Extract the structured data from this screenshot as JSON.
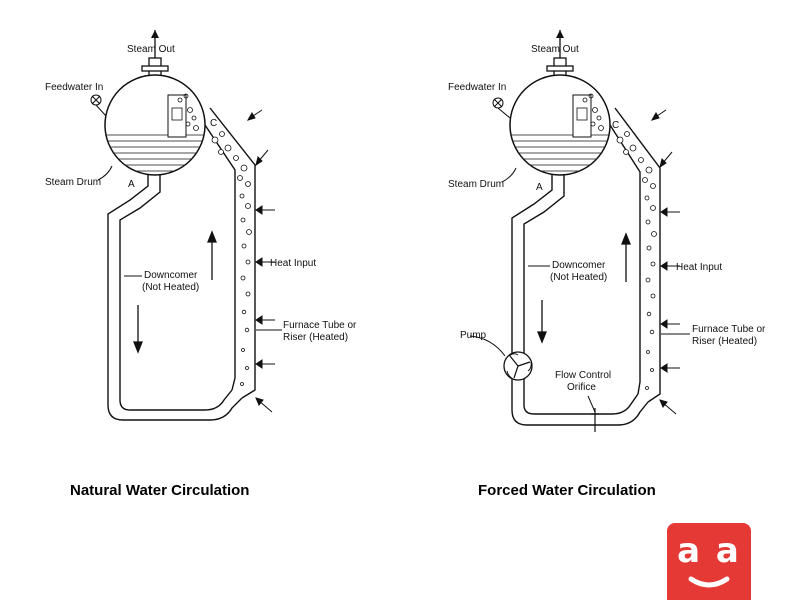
{
  "natural": {
    "labels": {
      "steam_out": "Steam Out",
      "feedwater_in": "Feedwater In",
      "steam_drum": "Steam Drum",
      "point_a": "A",
      "point_c": "C",
      "downcomer_line1": "Downcomer",
      "downcomer_line2": "(Not Heated)",
      "heat_input": "Heat Input",
      "riser_line1": "Furnace Tube or",
      "riser_line2": "Riser (Heated)"
    },
    "caption": "Natural Water Circulation"
  },
  "forced": {
    "labels": {
      "steam_out": "Steam Out",
      "feedwater_in": "Feedwater In",
      "steam_drum": "Steam Drum",
      "point_a": "A",
      "point_c": "C",
      "downcomer_line1": "Downcomer",
      "downcomer_line2": "(Not Heated)",
      "heat_input": "Heat Input",
      "riser_line1": "Furnace Tube or",
      "riser_line2": "Riser (Heated)",
      "pump": "Pump",
      "orifice_line1": "Flow Control",
      "orifice_line2": "Orifice"
    },
    "caption": "Forced Water Circulation"
  },
  "logo": {
    "text": "a a",
    "color": "#e53935"
  }
}
